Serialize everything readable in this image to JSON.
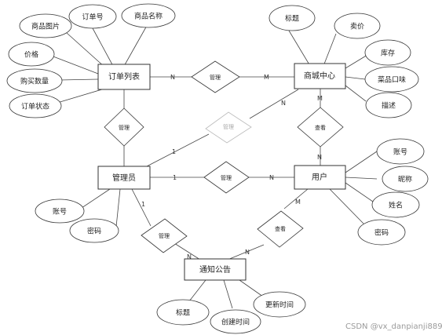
{
  "entities": {
    "order_list": "订单列表",
    "mall_center": "商城中心",
    "admin": "管理员",
    "user": "用户",
    "notice": "通知公告"
  },
  "attributes": {
    "order_list": [
      "商品图片",
      "订单号",
      "商品名称",
      "价格",
      "购买数量",
      "订单状态"
    ],
    "mall_center": [
      "标题",
      "卖价",
      "库存",
      "菜品口味",
      "描述"
    ],
    "admin": [
      "账号",
      "密码"
    ],
    "user": [
      "账号",
      "昵称",
      "姓名",
      "密码"
    ],
    "notice": [
      "标题",
      "创建时间",
      "更新时间"
    ]
  },
  "relationships": {
    "order_manage": "管理",
    "order_mall_manage": "管理",
    "admin_mall_manage": "管理",
    "mall_user_view": "查看",
    "admin_user_manage": "管理",
    "admin_notice_manage": "管理",
    "user_notice_view": "查看"
  },
  "cardinalities": {
    "order_mall_left": "N",
    "order_mall_right": "M",
    "admin_mall_admin": "1",
    "admin_mall_mall": "N",
    "mall_user_mall": "M",
    "mall_user_user": "N",
    "admin_user_admin": "1",
    "admin_user_user": "N",
    "admin_notice_admin": "1",
    "admin_notice_notice": "N",
    "user_notice_user": "M",
    "user_notice_notice": "N"
  },
  "watermark": "CSDN @vx_danpianji889",
  "colors": {
    "stroke": "#333333",
    "fill": "#ffffff",
    "faint": "#bbbbbb"
  }
}
